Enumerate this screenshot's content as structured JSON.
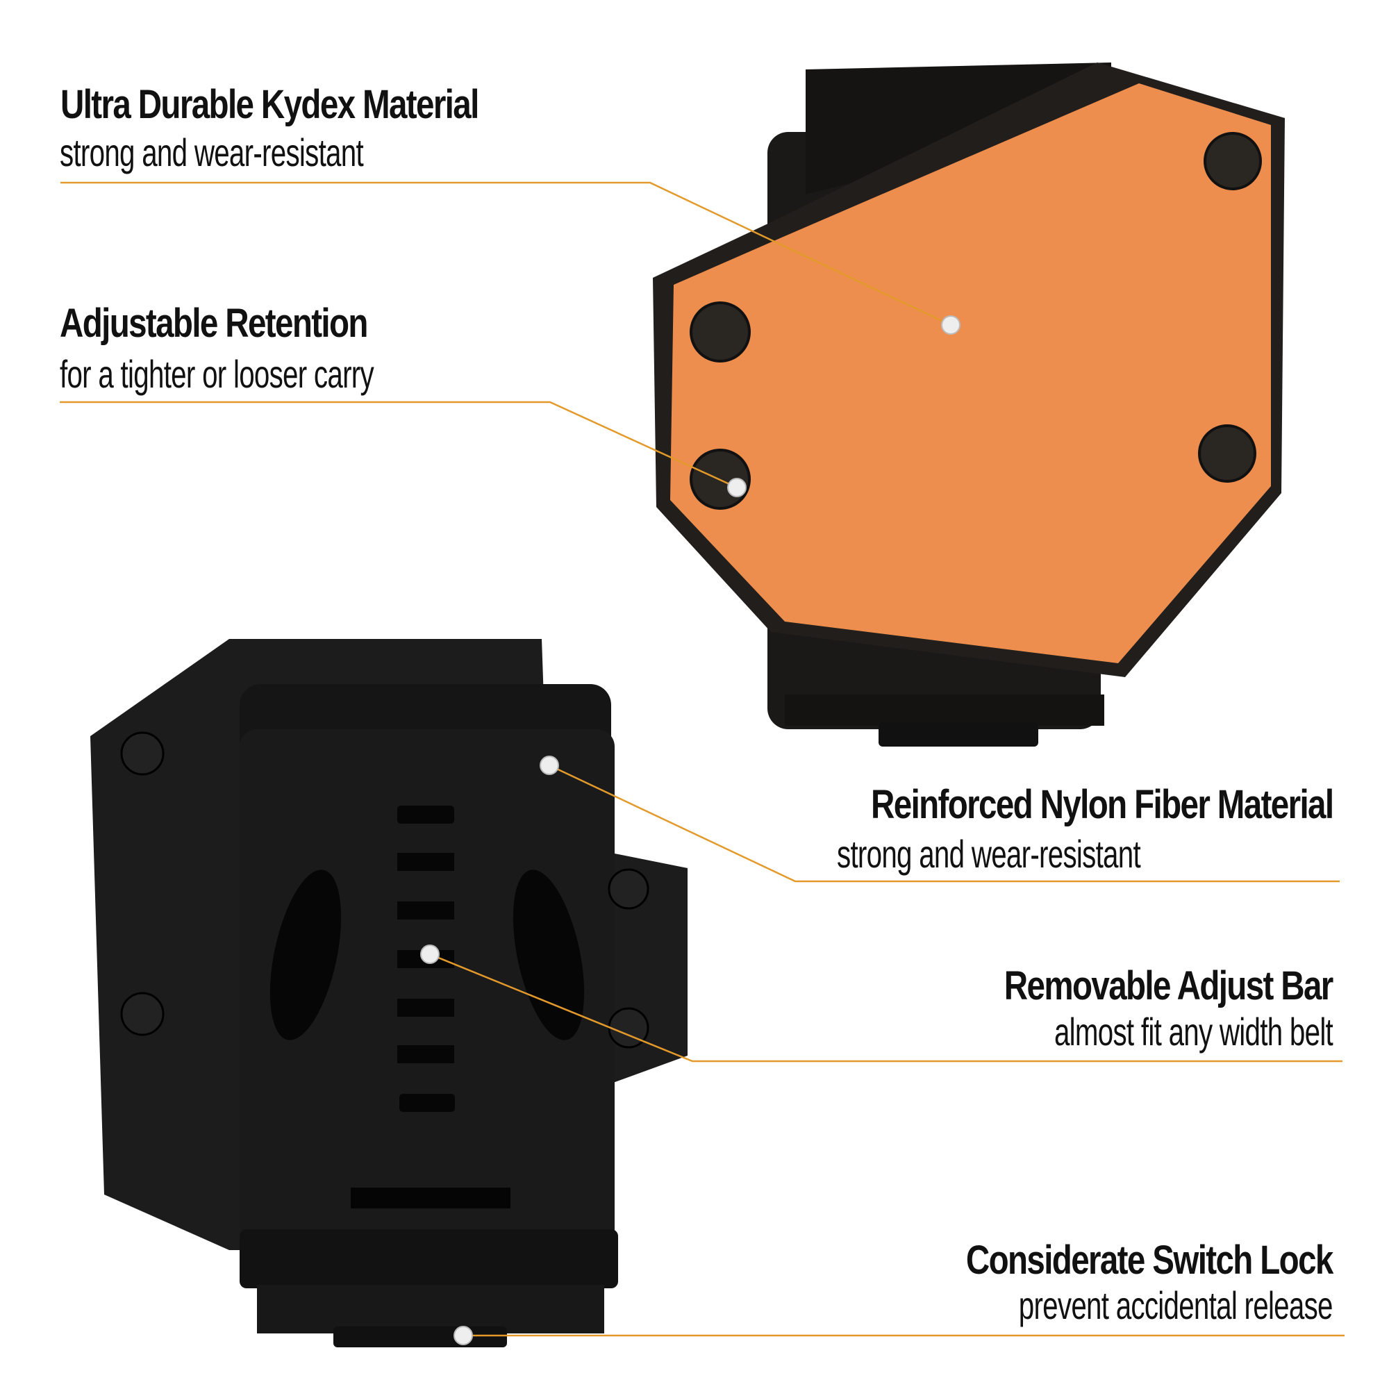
{
  "accent_color": "#E39A2B",
  "product_colors": {
    "orange_panel": "#EE8E4E",
    "black_shell": "#1E1B19"
  },
  "features": [
    {
      "title": "Ultra Durable Kydex Material",
      "subtitle": "strong and wear-resistant"
    },
    {
      "title": "Adjustable Retention",
      "subtitle": "for a tighter or looser carry"
    },
    {
      "title": "Reinforced Nylon Fiber Material",
      "subtitle": "strong and wear-resistant"
    },
    {
      "title": "Removable Adjust Bar",
      "subtitle": "almost fit any width belt"
    },
    {
      "title": "Considerate Switch Lock",
      "subtitle": "prevent accidental release"
    }
  ]
}
